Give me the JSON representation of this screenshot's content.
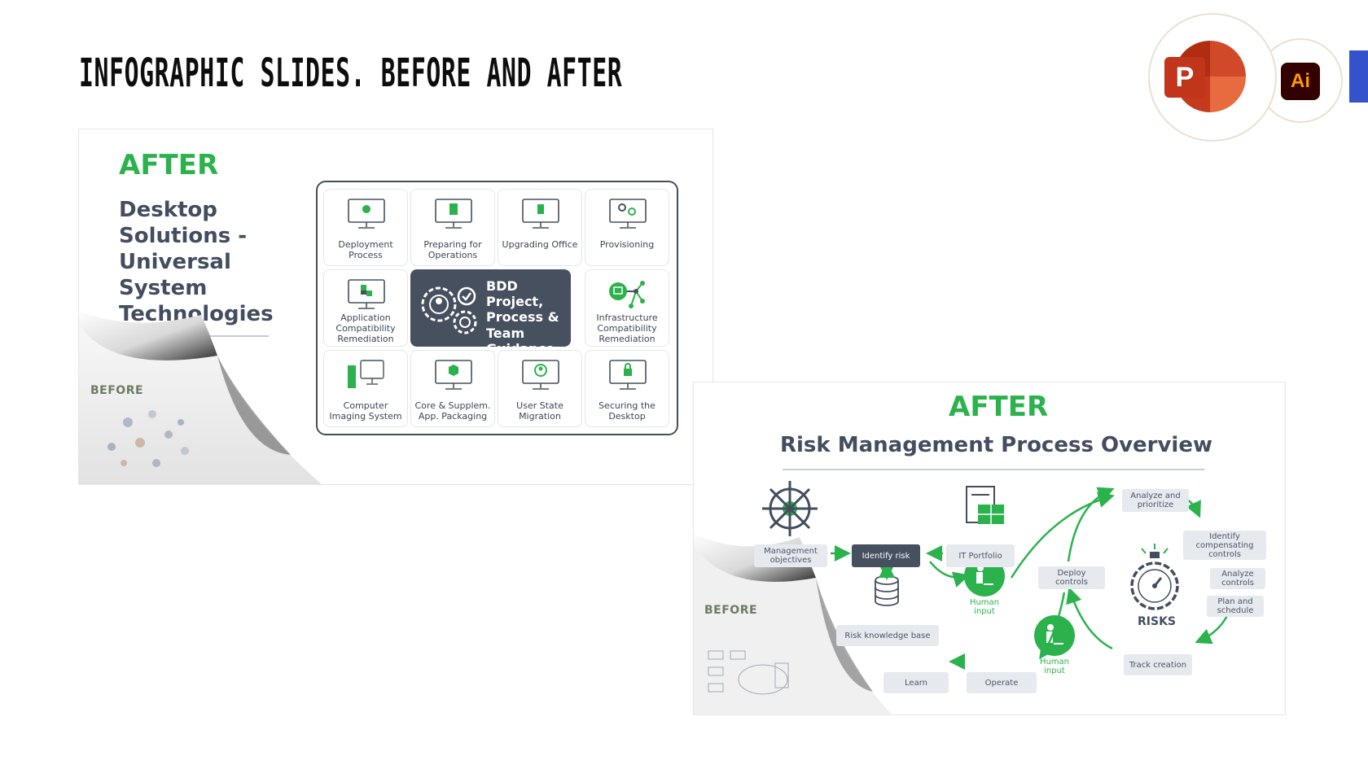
{
  "page": {
    "title": "INFOGRAPHIC SLIDES. BEFORE AND AFTER"
  },
  "logos": {
    "powerpoint_letter": "P",
    "illustrator_text": "Ai"
  },
  "slide1": {
    "after_label": "AFTER",
    "heading": "Desktop Solutions - Universal System Technologies",
    "before_label": "BEFORE",
    "tiles": [
      {
        "label": "Deployment Process",
        "icon": "sun-monitor-icon"
      },
      {
        "label": "Preparing for Operations",
        "icon": "checklist-monitor-icon"
      },
      {
        "label": "Upgrading Office",
        "icon": "office-monitor-icon"
      },
      {
        "label": "Provisioning",
        "icon": "gears-monitor-icon"
      },
      {
        "label": "Application Compatibility Remediation",
        "icon": "puzzle-monitor-icon"
      },
      {
        "label": "BDD Project, Process & Team Guidance",
        "icon": "gears-user-icon"
      },
      {
        "label": "Infrastructure Compatibility Remediation",
        "icon": "network-monitor-icon"
      },
      {
        "label": "Computer Imaging System",
        "icon": "tower-monitor-icon"
      },
      {
        "label": "Core & Supplem. App. Packaging",
        "icon": "package-monitor-icon"
      },
      {
        "label": "User State Migration",
        "icon": "user-monitor-icon"
      },
      {
        "label": "Securing the Desktop",
        "icon": "lock-monitor-icon"
      }
    ]
  },
  "slide2": {
    "after_label": "AFTER",
    "title": "Risk Management  Process Overview",
    "before_label": "BEFORE",
    "risks_label": "RISKS",
    "boxes": {
      "management_objectives": "Management objectives",
      "identify_risk": "Identify risk",
      "it_portfolio": "IT Portfolio",
      "risk_knowledge_base": "Risk knowledge base",
      "learn": "Learn",
      "operate": "Operate",
      "deploy_controls": "Deploy controls",
      "analyze_prioritize": "Analyze and prioritize",
      "identify_compensating": "Identify compensating controls",
      "analyze_controls": "Analyze controls",
      "plan_schedule": "Plan and schedule",
      "track_creation": "Track creation"
    },
    "human_input_1": "Human input",
    "human_input_2": "Human input"
  },
  "colors": {
    "accent_green": "#2bb24c",
    "slate": "#46505f",
    "powerpoint": "#c1361b",
    "blue_tab": "#3452cc"
  }
}
